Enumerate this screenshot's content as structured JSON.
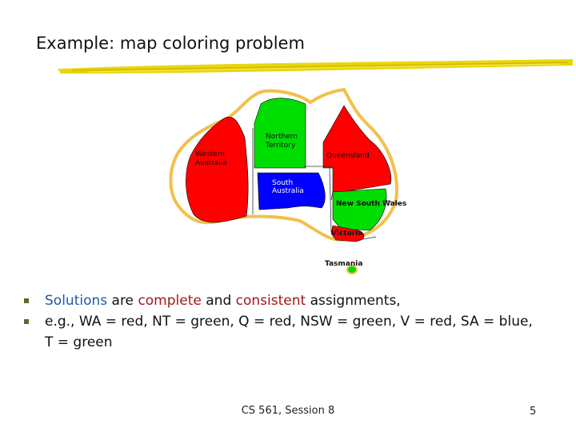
{
  "slide": {
    "title": "Example: map coloring problem",
    "footer": "CS 561, Session 8",
    "page_number": "5"
  },
  "colors": {
    "red": "#ff0000",
    "green": "#00dd00",
    "blue": "#0000ff",
    "outline": "#f2c04c",
    "underline": "#e8d400"
  },
  "map": {
    "regions": {
      "wa": {
        "line1": "Western",
        "line2": "Australia",
        "color": "red"
      },
      "nt": {
        "line1": "Northern",
        "line2": "Territory",
        "color": "green"
      },
      "q": {
        "label": "Queensland",
        "color": "red"
      },
      "sa": {
        "line1": "South",
        "line2": "Australia",
        "color": "blue"
      },
      "nsw": {
        "label": "New South Wales",
        "color": "green"
      },
      "v": {
        "label": "Victoria",
        "color": "red"
      },
      "t": {
        "label": "Tasmania",
        "color": "green"
      }
    }
  },
  "bullets": {
    "b1": {
      "solutions": "Solutions",
      "are": " are ",
      "complete": "complete",
      "and": " and ",
      "consistent": "consistent",
      "rest": " assignments,"
    },
    "b2": "e.g., WA = red, NT = green, Q = red, NSW = green, V = red, SA = blue, T = green"
  }
}
